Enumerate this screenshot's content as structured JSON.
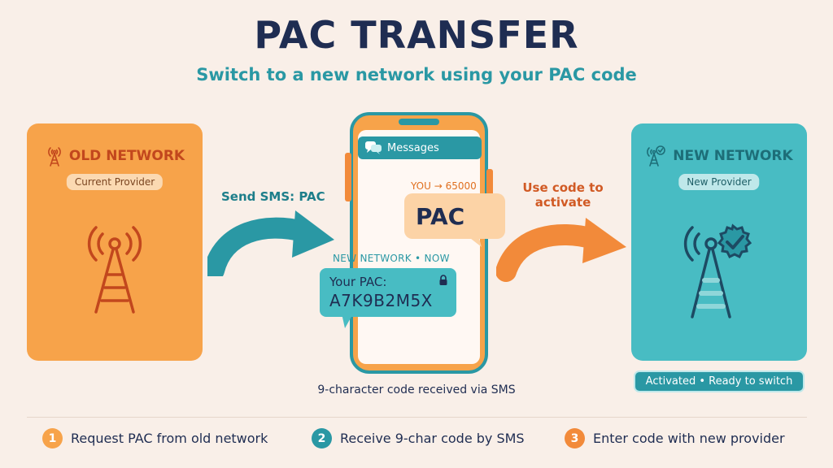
{
  "header": {
    "title": "PAC TRANSFER",
    "subtitle": "Switch to a new network using your PAC code"
  },
  "old_network": {
    "title": "OLD NETWORK",
    "badge": "Current Provider",
    "icon": "cell-tower-icon"
  },
  "new_network": {
    "title": "NEW NETWORK",
    "badge": "New Provider",
    "icon": "cell-tower-check-icon",
    "status": "Activated • Ready to switch"
  },
  "arrows": {
    "send_label": "Send SMS: PAC",
    "use_label": "Use code to activate"
  },
  "phone": {
    "app_title": "Messages",
    "outgoing_meta": "YOU → 65000",
    "outgoing_text": "PAC",
    "incoming_meta": "NEW NETWORK • NOW",
    "incoming_line1": "Your PAC:",
    "incoming_code": "A7K9B2M5X",
    "caption": "9-character code received via SMS"
  },
  "steps": [
    {
      "number": "1",
      "label": "Request PAC from old network"
    },
    {
      "number": "2",
      "label": "Receive 9-char code by SMS"
    },
    {
      "number": "3",
      "label": "Enter code with new provider"
    }
  ],
  "colors": {
    "navy": "#1f2d52",
    "teal": "#2a98a4",
    "orange": "#f7a34a",
    "orange_dark": "#f28a3a",
    "background": "#f9efe8"
  }
}
